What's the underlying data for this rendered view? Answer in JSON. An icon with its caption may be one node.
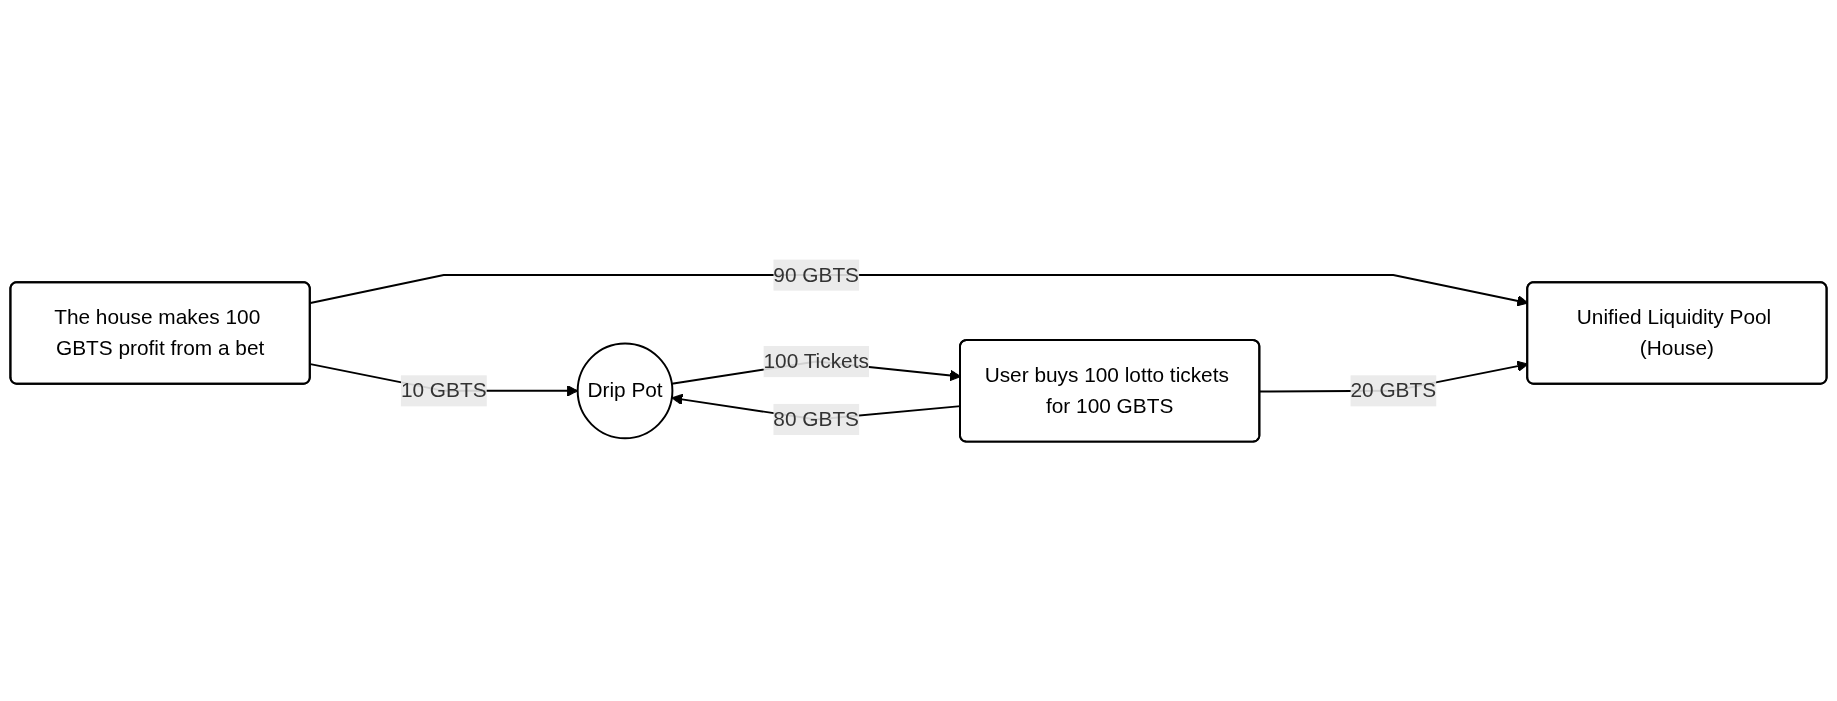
{
  "diagram": {
    "nodes": [
      {
        "text": [
          "The house makes 100 GBTS profit from a bet"
        ]
      },
      {
        "text": [
          "Drip Pot"
        ]
      },
      {
        "text": [
          "User buys 100 lotto tickets for 100 GBTS"
        ]
      },
      {
        "text": [
          "Unified Liquidity Pool (House)"
        ]
      }
    ],
    "edges": [
      {
        "from": 0,
        "to": 1,
        "arrow": "to",
        "label": "10 GBTS"
      },
      {
        "from": 0,
        "to": 3,
        "arrow": "to",
        "label": "90 GBTS"
      },
      {
        "from": 1,
        "to": 2,
        "arrow": "to",
        "label": "100 Tickets"
      },
      {
        "from": 2,
        "to": 1,
        "arrow": "to",
        "label": "80 GBTS"
      },
      {
        "from": 2,
        "to": 3,
        "arrow": "to",
        "label": "20 GBTS"
      }
    ]
  }
}
